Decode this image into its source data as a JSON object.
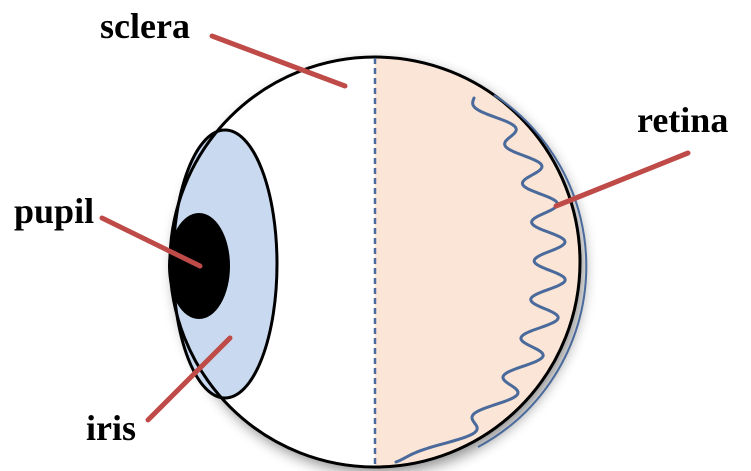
{
  "labels": {
    "sclera": "sclera",
    "retina": "retina",
    "pupil": "pupil",
    "iris": "iris"
  },
  "colors": {
    "eyeball_fill": "#ffffff",
    "eyeball_stroke": "#000000",
    "retina_region": "#fbe5d6",
    "iris_fill": "#c9d9f0",
    "pupil_fill": "#000000",
    "retina_line": "#4a6a9c",
    "divider": "#4a6a9c",
    "pointer": "#be4b48"
  }
}
